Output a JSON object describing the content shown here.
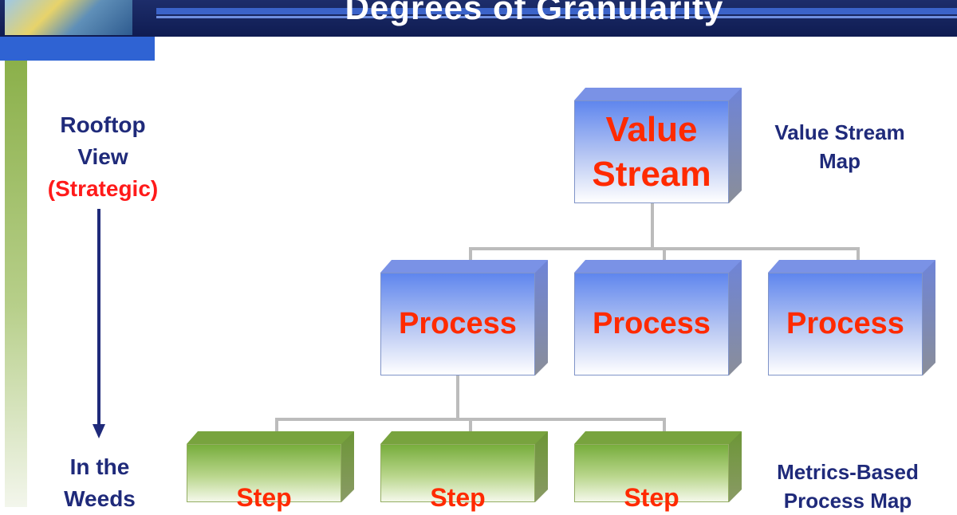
{
  "header": {
    "title": "Degrees of Granularity"
  },
  "side": {
    "top_line1": "Rooftop",
    "top_line2": "View",
    "top_line3": "(Strategic)",
    "bottom_line1": "In the",
    "bottom_line2": "Weeds"
  },
  "diagram": {
    "value_stream": {
      "line1": "Value",
      "line2": "Stream"
    },
    "processes": [
      "Process",
      "Process",
      "Process"
    ],
    "steps": [
      "Step",
      "Step",
      "Step"
    ]
  },
  "labels": {
    "value_stream_map_line1": "Value Stream",
    "value_stream_map_line2": "Map",
    "metrics_map_line1": "Metrics-Based",
    "metrics_map_line2": "Process Map"
  },
  "colors": {
    "navy_text": "#1f2a7a",
    "red_text": "#ff2a00",
    "header_bg": "#0f1c52",
    "process_blue": "#5f86ee",
    "step_green": "#77ad3c"
  }
}
